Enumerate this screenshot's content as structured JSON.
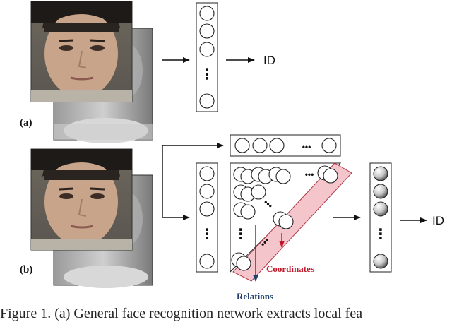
{
  "panel_a": {
    "label": "(a)",
    "output": "ID"
  },
  "panel_b": {
    "label": "(b)",
    "output": "ID",
    "annotations": {
      "coordinates": "Coordinates",
      "relations": "Relations"
    },
    "dots": "•••",
    "vdots": "⋮"
  },
  "caption": "Figure 1. (a) General face recognition network extracts local fea",
  "colors": {
    "coordinates": "#c0182a",
    "relations": "#1f3f6b",
    "band_fill": "#f4c6cc"
  }
}
